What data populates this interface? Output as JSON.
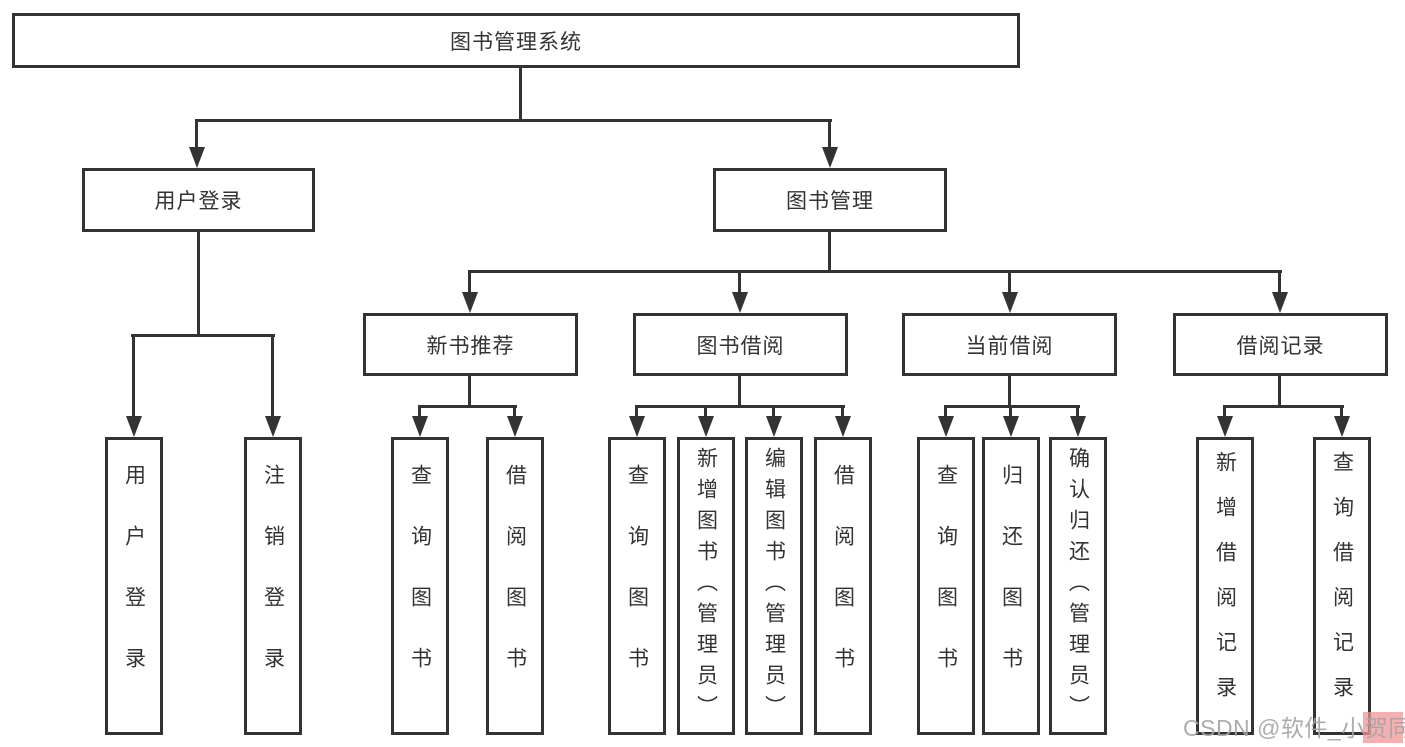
{
  "tree": {
    "label": "图书管理系统",
    "children": [
      {
        "label": "用户登录",
        "children": [
          {
            "label": "用户登录"
          },
          {
            "label": "注销登录"
          }
        ]
      },
      {
        "label": "图书管理",
        "children": [
          {
            "label": "新书推荐",
            "children": [
              {
                "label": "查询图书"
              },
              {
                "label": "借阅图书"
              }
            ]
          },
          {
            "label": "图书借阅",
            "children": [
              {
                "label": "查询图书"
              },
              {
                "label": "新增图书（管理员）"
              },
              {
                "label": "编辑图书（管理员）"
              },
              {
                "label": "借阅图书"
              }
            ]
          },
          {
            "label": "当前借阅",
            "children": [
              {
                "label": "查询图书"
              },
              {
                "label": "归还图书"
              },
              {
                "label": "确认归还（管理员）"
              }
            ]
          },
          {
            "label": "借阅记录",
            "children": [
              {
                "label": "新增借阅记录"
              },
              {
                "label": "查询借阅记录"
              }
            ]
          }
        ]
      }
    ]
  },
  "watermark": {
    "text": "CSDN @软件_小贺同学"
  },
  "colors": {
    "line": "#333333",
    "text": "#333333",
    "watermark": "#a5a5a5",
    "watermark_accent": "#f09696"
  }
}
